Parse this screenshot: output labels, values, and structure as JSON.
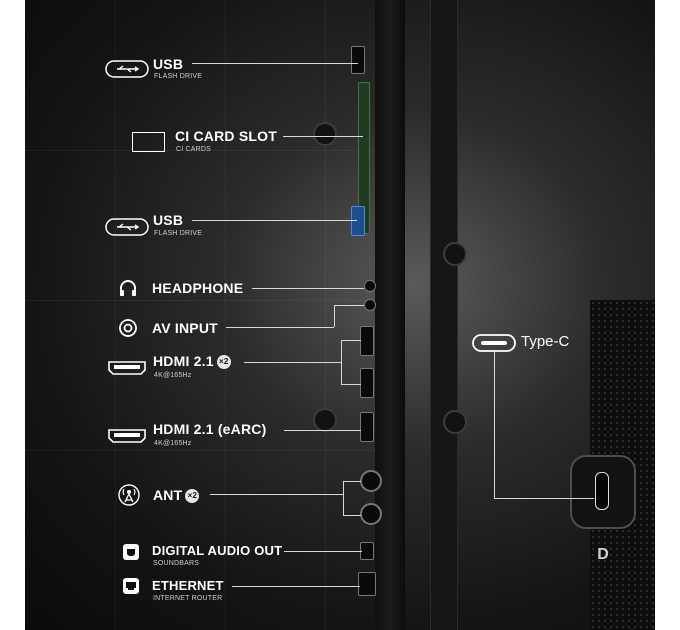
{
  "ports": {
    "usb1": {
      "title": "USB",
      "subtitle": "FLASH DRIVE"
    },
    "ci": {
      "title": "CI CARD SLOT",
      "subtitle": "CI CARDS"
    },
    "usb2": {
      "title": "USB",
      "subtitle": "FLASH DRIVE"
    },
    "headphone": {
      "title": "HEADPHONE"
    },
    "av": {
      "title": "AV INPUT"
    },
    "hdmi21": {
      "title": "HDMI 2.1",
      "badge": "×2",
      "subtitle": "4K@165Hz"
    },
    "hdmi_earc": {
      "title": "HDMI 2.1 (eARC)",
      "subtitle": "4K@165Hz"
    },
    "ant": {
      "title": "ANT",
      "badge": "×2"
    },
    "optical": {
      "title": "DIGITAL AUDIO OUT",
      "subtitle": "SOUNDBARS"
    },
    "ethernet": {
      "title": "ETHERNET",
      "subtitle": "INTERNET ROUTER"
    }
  },
  "side": {
    "type_c_label": "Type-C",
    "brand_mark": "D"
  },
  "colors": {
    "background": "#0b0b0b",
    "accent_usb3": "#2e7bd6",
    "line": "#d8d8d8"
  }
}
